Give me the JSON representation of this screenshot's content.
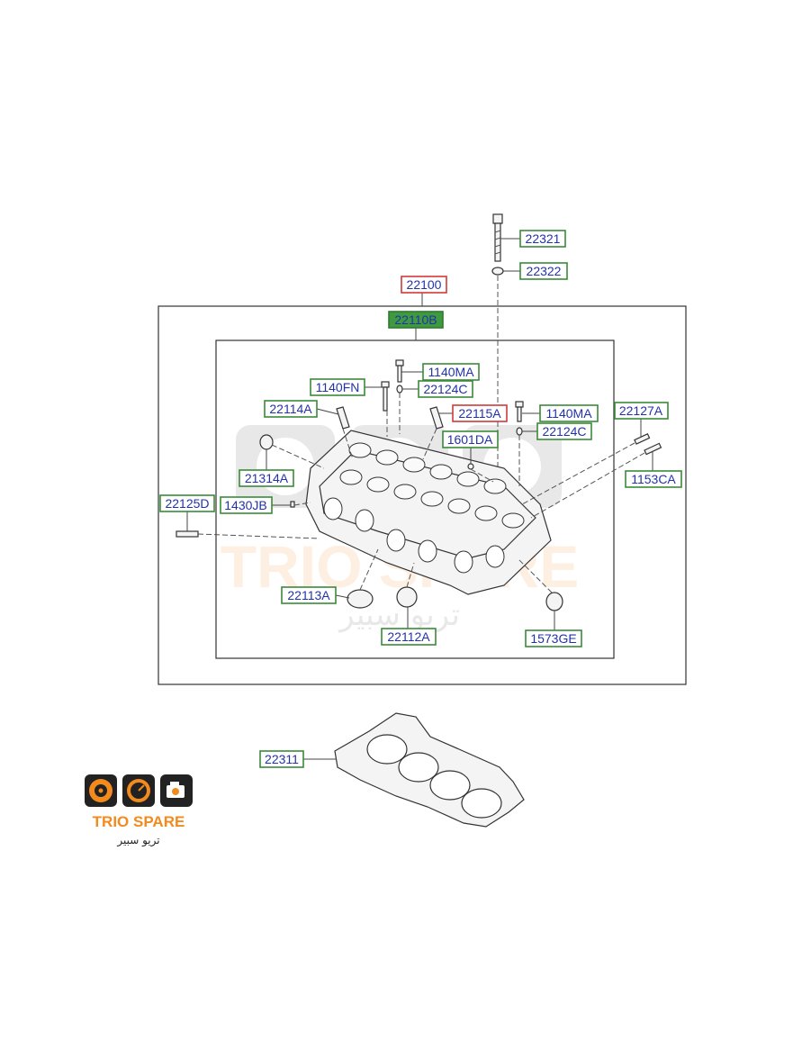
{
  "colors": {
    "green_border": "#3a8a3a",
    "red_border": "#d23a3a",
    "label_text": "#2233aa",
    "highlight_fill": "#3f9a3f",
    "brand_orange": "#f28a1e",
    "brand_dark": "#222222"
  },
  "labels": [
    {
      "id": "22321",
      "text": "22321",
      "style": "green"
    },
    {
      "id": "22322",
      "text": "22322",
      "style": "green"
    },
    {
      "id": "22100",
      "text": "22100",
      "style": "red"
    },
    {
      "id": "22110B",
      "text": "22110B",
      "style": "highlight"
    },
    {
      "id": "1140MA_a",
      "text": "1140MA",
      "style": "green"
    },
    {
      "id": "1140FN",
      "text": "1140FN",
      "style": "green"
    },
    {
      "id": "22124C_a",
      "text": "22124C",
      "style": "green"
    },
    {
      "id": "22114A",
      "text": "22114A",
      "style": "green"
    },
    {
      "id": "22115A",
      "text": "22115A",
      "style": "red"
    },
    {
      "id": "1140MA_b",
      "text": "1140MA",
      "style": "green"
    },
    {
      "id": "22127A",
      "text": "22127A",
      "style": "green"
    },
    {
      "id": "22124C_b",
      "text": "22124C",
      "style": "green"
    },
    {
      "id": "1601DA",
      "text": "1601DA",
      "style": "green"
    },
    {
      "id": "21314A",
      "text": "21314A",
      "style": "green"
    },
    {
      "id": "1153CA",
      "text": "1153CA",
      "style": "green"
    },
    {
      "id": "22125D",
      "text": "22125D",
      "style": "green"
    },
    {
      "id": "1430JB",
      "text": "1430JB",
      "style": "green"
    },
    {
      "id": "22113A",
      "text": "22113A",
      "style": "green"
    },
    {
      "id": "22112A",
      "text": "22112A",
      "style": "green"
    },
    {
      "id": "1573GE",
      "text": "1573GE",
      "style": "green"
    },
    {
      "id": "22311",
      "text": "22311",
      "style": "green"
    }
  ],
  "watermark": {
    "latin": "TRIO SPARE",
    "arabic": "تريو سبير"
  },
  "logo": {
    "brand": "TRIO SPARE",
    "arabic": "تريو سبير",
    "icons": [
      "speaker-icon",
      "speedometer-icon",
      "engine-icon"
    ]
  }
}
